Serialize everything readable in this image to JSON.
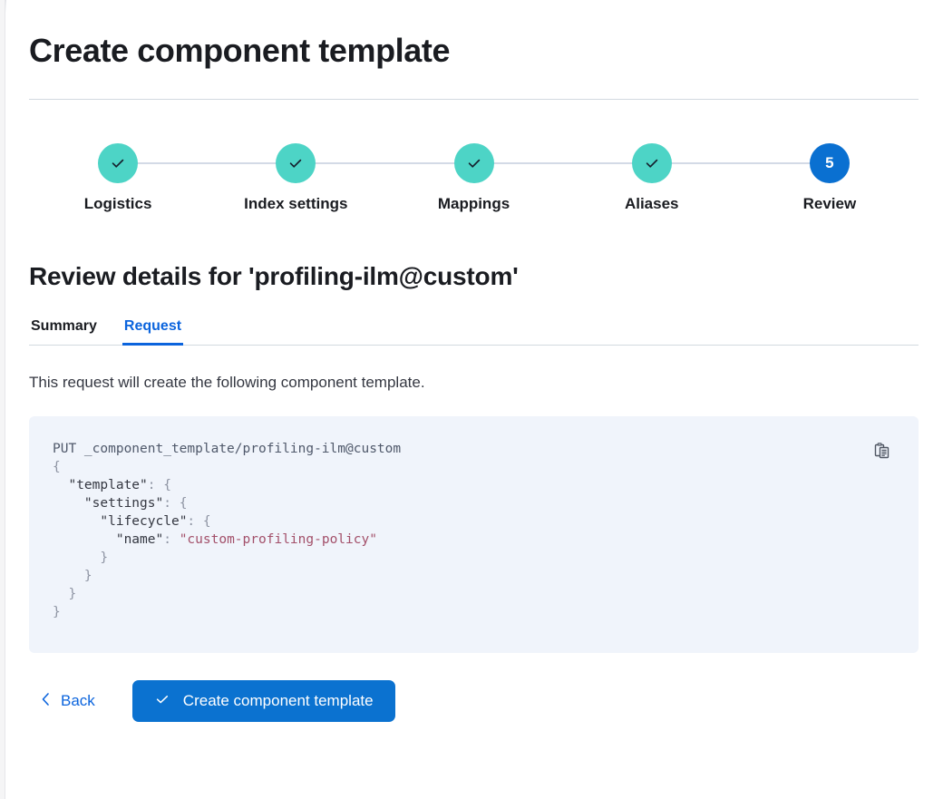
{
  "page": {
    "title": "Create component template"
  },
  "stepper": {
    "steps": [
      {
        "label": "Logistics",
        "state": "complete",
        "indicator": "check-icon"
      },
      {
        "label": "Index settings",
        "state": "complete",
        "indicator": "check-icon"
      },
      {
        "label": "Mappings",
        "state": "complete",
        "indicator": "check-icon"
      },
      {
        "label": "Aliases",
        "state": "complete",
        "indicator": "check-icon"
      },
      {
        "label": "Review",
        "state": "active",
        "indicator": "5"
      }
    ],
    "complete_color": "#4dd4c6",
    "active_color": "#0a70d1",
    "connector_color": "#d3dae6"
  },
  "review": {
    "heading": "Review details for 'profiling-ilm@custom'",
    "tabs": [
      {
        "label": "Summary",
        "active": false
      },
      {
        "label": "Request",
        "active": true
      }
    ],
    "description": "This request will create the following component template.",
    "accent_color": "#0b64dd"
  },
  "request": {
    "copy_icon": "clipboard-copy-icon",
    "lines": [
      [
        {
          "t": "PUT _component_template/profiling-ilm@custom",
          "c": "tok-plain"
        }
      ],
      [
        {
          "t": "{",
          "c": "tok-punc"
        }
      ],
      [
        {
          "t": "  ",
          "c": "tok-plain"
        },
        {
          "t": "\"template\"",
          "c": "tok-key"
        },
        {
          "t": ": {",
          "c": "tok-punc"
        }
      ],
      [
        {
          "t": "    ",
          "c": "tok-plain"
        },
        {
          "t": "\"settings\"",
          "c": "tok-key"
        },
        {
          "t": ": {",
          "c": "tok-punc"
        }
      ],
      [
        {
          "t": "      ",
          "c": "tok-plain"
        },
        {
          "t": "\"lifecycle\"",
          "c": "tok-key"
        },
        {
          "t": ": {",
          "c": "tok-punc"
        }
      ],
      [
        {
          "t": "        ",
          "c": "tok-plain"
        },
        {
          "t": "\"name\"",
          "c": "tok-key"
        },
        {
          "t": ": ",
          "c": "tok-punc"
        },
        {
          "t": "\"custom-profiling-policy\"",
          "c": "tok-str"
        }
      ],
      [
        {
          "t": "      }",
          "c": "tok-punc"
        }
      ],
      [
        {
          "t": "    }",
          "c": "tok-punc"
        }
      ],
      [
        {
          "t": "  }",
          "c": "tok-punc"
        }
      ],
      [
        {
          "t": "}",
          "c": "tok-punc"
        }
      ]
    ]
  },
  "footer": {
    "back_label": "Back",
    "back_icon": "chevron-left-icon",
    "submit_label": "Create component template",
    "submit_icon": "check-icon",
    "submit_color": "#0b72d0"
  }
}
